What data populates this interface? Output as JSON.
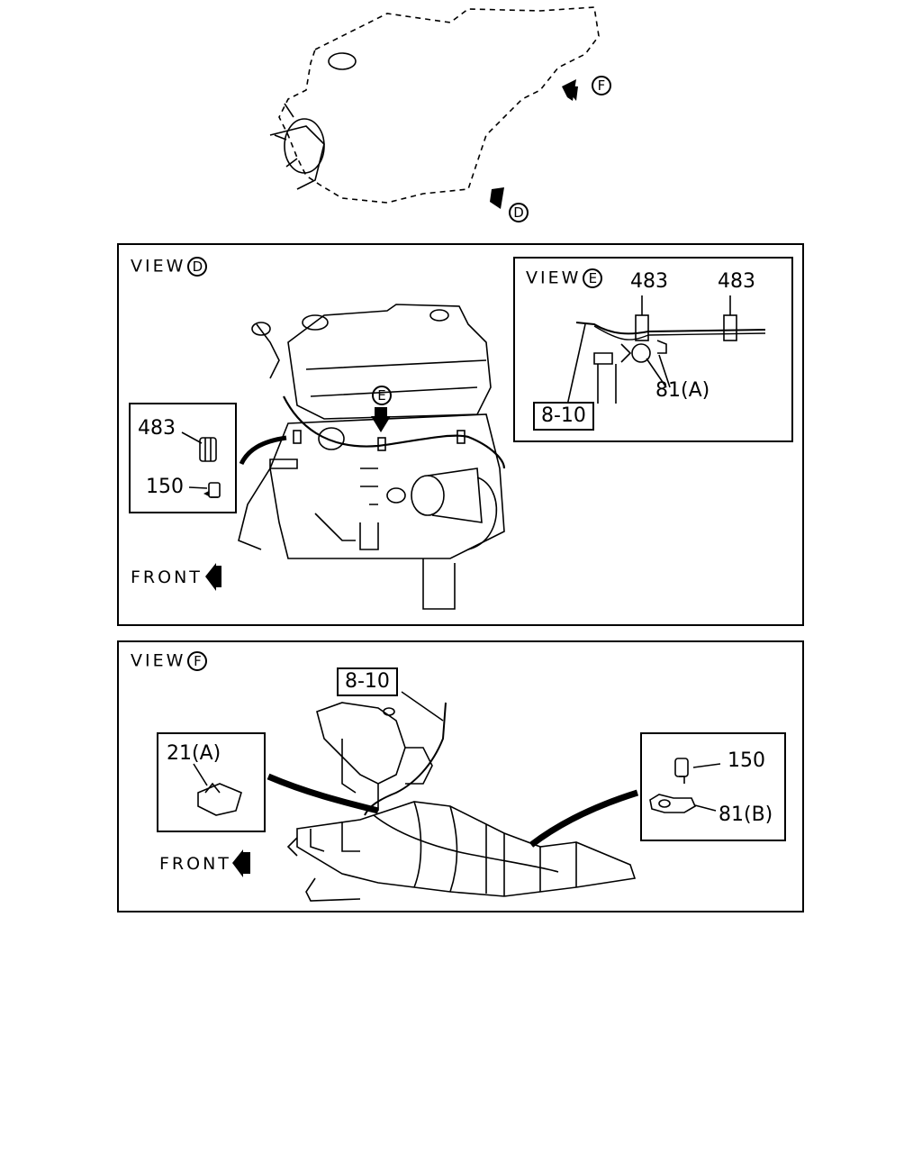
{
  "top": {
    "view_f_mark": "F",
    "view_d_mark": "D"
  },
  "view_d": {
    "title": "VIEW",
    "mark": "D",
    "front": "FRONT",
    "inset": {
      "part_clip": "483",
      "part_bolt": "150"
    },
    "e_mark": "E"
  },
  "view_e": {
    "title": "VIEW",
    "mark": "E",
    "part_clip_1": "483",
    "part_clip_2": "483",
    "part_bracket": "81(A)",
    "ref": "8-10"
  },
  "view_f": {
    "title": "VIEW",
    "mark": "F",
    "ref": "8-10",
    "front": "FRONT",
    "inset_left": {
      "part": "21(A)"
    },
    "inset_right": {
      "part_bolt": "150",
      "part_bracket": "81(B)"
    }
  }
}
